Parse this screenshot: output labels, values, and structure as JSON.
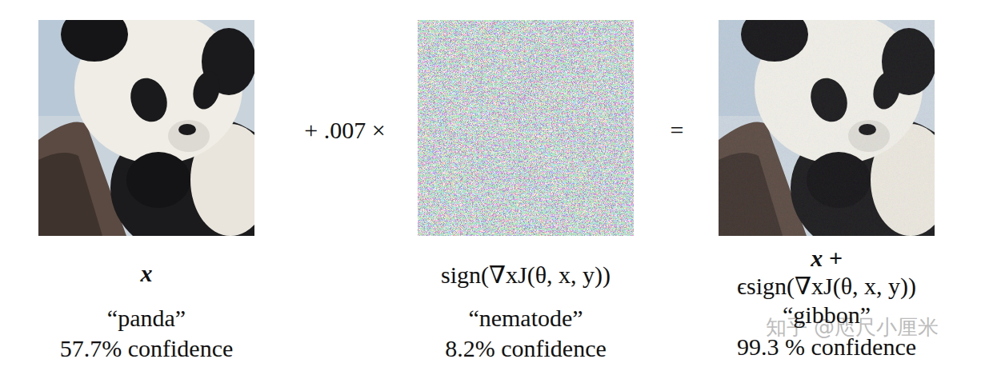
{
  "diagram": {
    "labels": [
      "+ .007 ×",
      "=",
      "x",
      "“panda”",
      "57.7% confidence",
      "sign(∇xJ(θ, x, y))",
      "“nematode”",
      "8.2% confidence",
      "x +",
      "ϵsign(∇xJ(θ, x, y))",
      "“gibbon”",
      "99.3 % confidence",
      "知乎 @咫尺小厘米"
    ]
  }
}
